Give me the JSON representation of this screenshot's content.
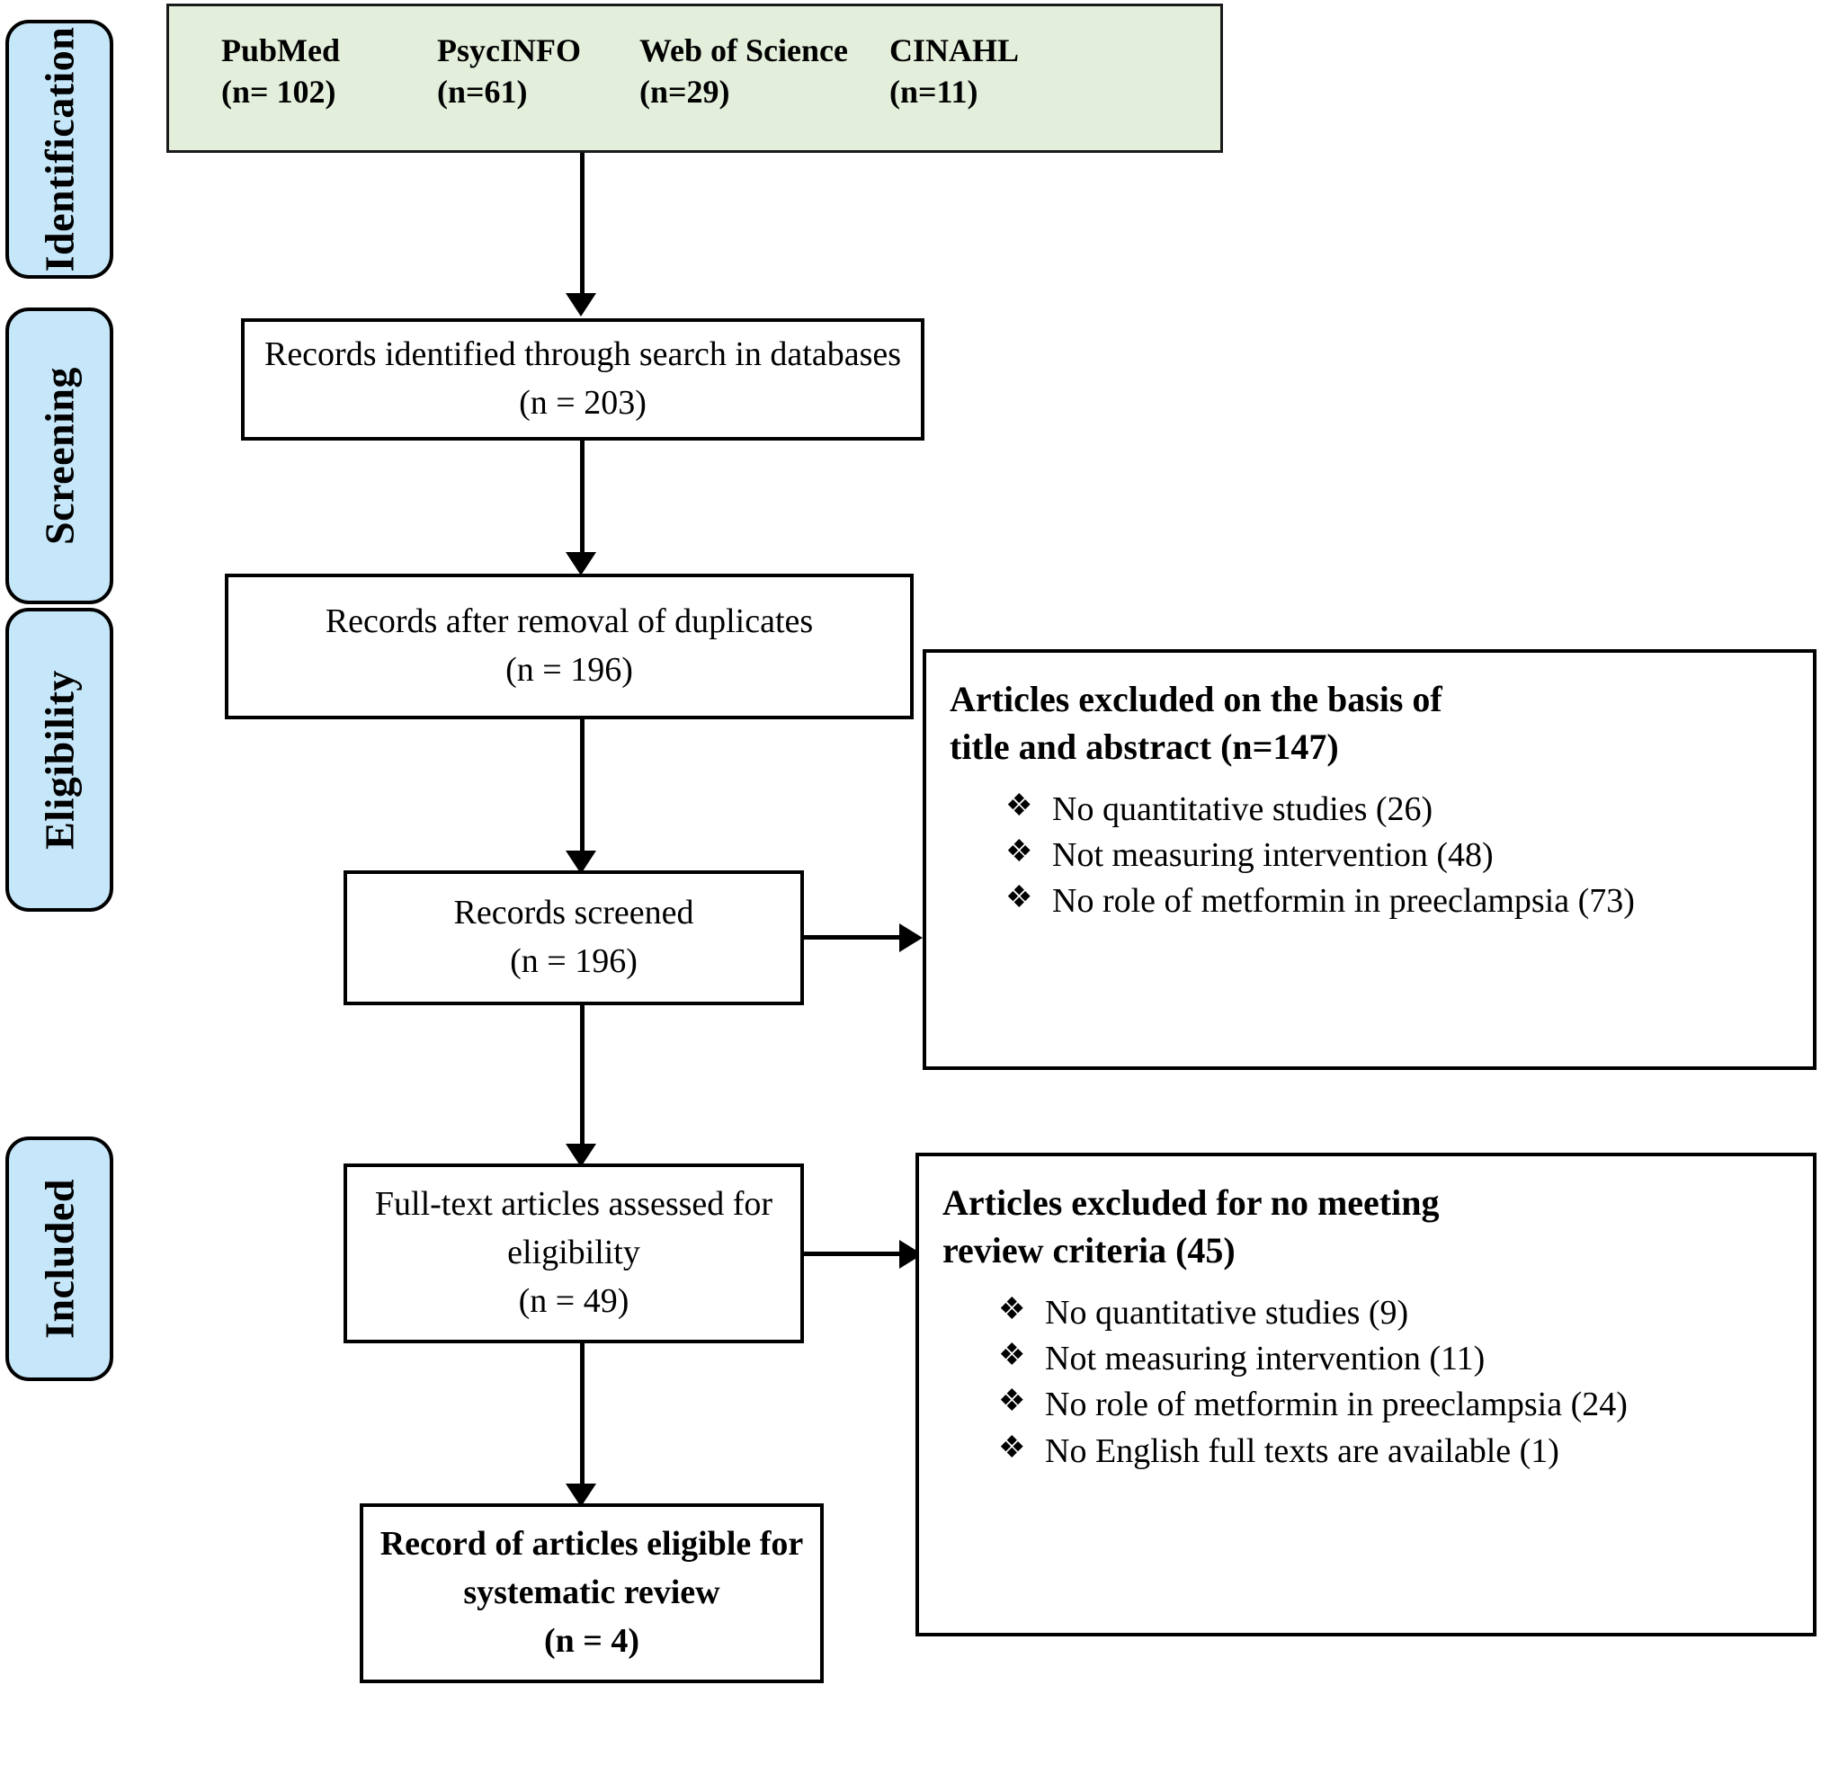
{
  "diagram": {
    "title": "PRISMA flow diagram",
    "colors": {
      "stage_fill": "#c5e7f9",
      "sources_fill": "#e3eedb",
      "box_fill": "#ffffff",
      "line": "#000000"
    },
    "bullet_glyph": "❖"
  },
  "stages": [
    {
      "label": "Identification"
    },
    {
      "label": "Screening"
    },
    {
      "label": "Eligibility"
    },
    {
      "label": "Included"
    }
  ],
  "sources": [
    {
      "name": "PubMed",
      "count": "(n= 102)"
    },
    {
      "name": "PsycINFO",
      "count": "(n=61)"
    },
    {
      "name": "Web of Science",
      "count": "(n=29)"
    },
    {
      "name": "CINAHL",
      "count": "(n=11)"
    }
  ],
  "flow": [
    {
      "id": "identified",
      "line1": "Records identified through search in databases",
      "line2": "(n = 203)"
    },
    {
      "id": "deduplicated",
      "line1": "Records after removal of duplicates",
      "line2": "(n = 196)"
    },
    {
      "id": "screened",
      "line1": "Records screened",
      "line2": "(n = 196)"
    },
    {
      "id": "fulltext",
      "line1": "Full-text articles assessed for",
      "line2": "eligibility",
      "line3": "(n = 49)"
    },
    {
      "id": "included",
      "line1": "Record of articles eligible for",
      "line2": "systematic review",
      "line3": "(n = 4)"
    }
  ],
  "exclusions": [
    {
      "id": "title-abstract",
      "title_line1": "Articles excluded on the basis of",
      "title_line2": "title and abstract (n=147)",
      "items": [
        "No quantitative studies (26)",
        "Not measuring intervention (48)",
        "No role of metformin in preeclampsia (73)"
      ]
    },
    {
      "id": "review-criteria",
      "title_line1": "Articles excluded for no meeting",
      "title_line2": "review criteria (45)",
      "items": [
        "No quantitative studies (9)",
        "Not measuring intervention (11)",
        "No role of metformin in preeclampsia (24)",
        "No English full texts are available (1)"
      ]
    }
  ]
}
